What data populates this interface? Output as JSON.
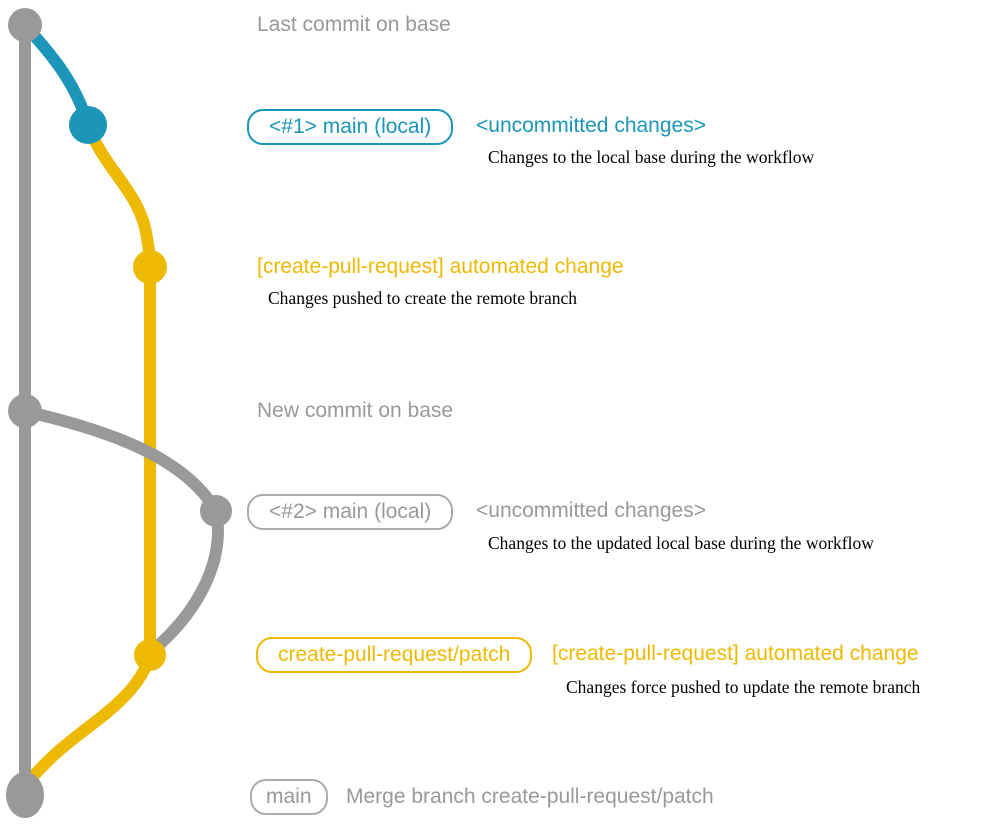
{
  "colors": {
    "gray": "#999999",
    "gray_border": "#ababab",
    "teal": "#1b96b8",
    "yellow": "#eeb902",
    "description_text": "#000000",
    "background": "#ffffff"
  },
  "graph": {
    "type": "git-branch-diagram",
    "branch_colors": {
      "base": "#999999",
      "local_main": "#1b96b8",
      "patch_branch": "#eeb902"
    },
    "commit_nodes": [
      {
        "id": "last-commit-on-base",
        "color": "gray"
      },
      {
        "id": "local-main-1",
        "color": "teal"
      },
      {
        "id": "automated-change-1",
        "color": "yellow"
      },
      {
        "id": "new-commit-on-base",
        "color": "gray"
      },
      {
        "id": "local-main-2",
        "color": "gray"
      },
      {
        "id": "automated-change-2",
        "color": "yellow"
      },
      {
        "id": "merge-commit",
        "color": "gray"
      }
    ]
  },
  "captions": {
    "last_commit": "Last commit on base",
    "new_commit": "New commit on base"
  },
  "row_main_local_1": {
    "badge": "<#1> main (local)",
    "heading": "<uncommitted changes>",
    "description": "Changes to the local base during the workflow"
  },
  "row_automated_change_1": {
    "heading": "[create-pull-request] automated change",
    "description": "Changes pushed to create the remote branch"
  },
  "row_main_local_2": {
    "badge": "<#2> main (local)",
    "heading": "<uncommitted changes>",
    "description": "Changes to the updated local base during the workflow"
  },
  "row_patch_branch": {
    "badge": "create-pull-request/patch",
    "heading": "[create-pull-request] automated change",
    "description": "Changes force pushed to update the remote branch"
  },
  "row_merge": {
    "badge": "main",
    "heading": "Merge branch create-pull-request/patch"
  }
}
